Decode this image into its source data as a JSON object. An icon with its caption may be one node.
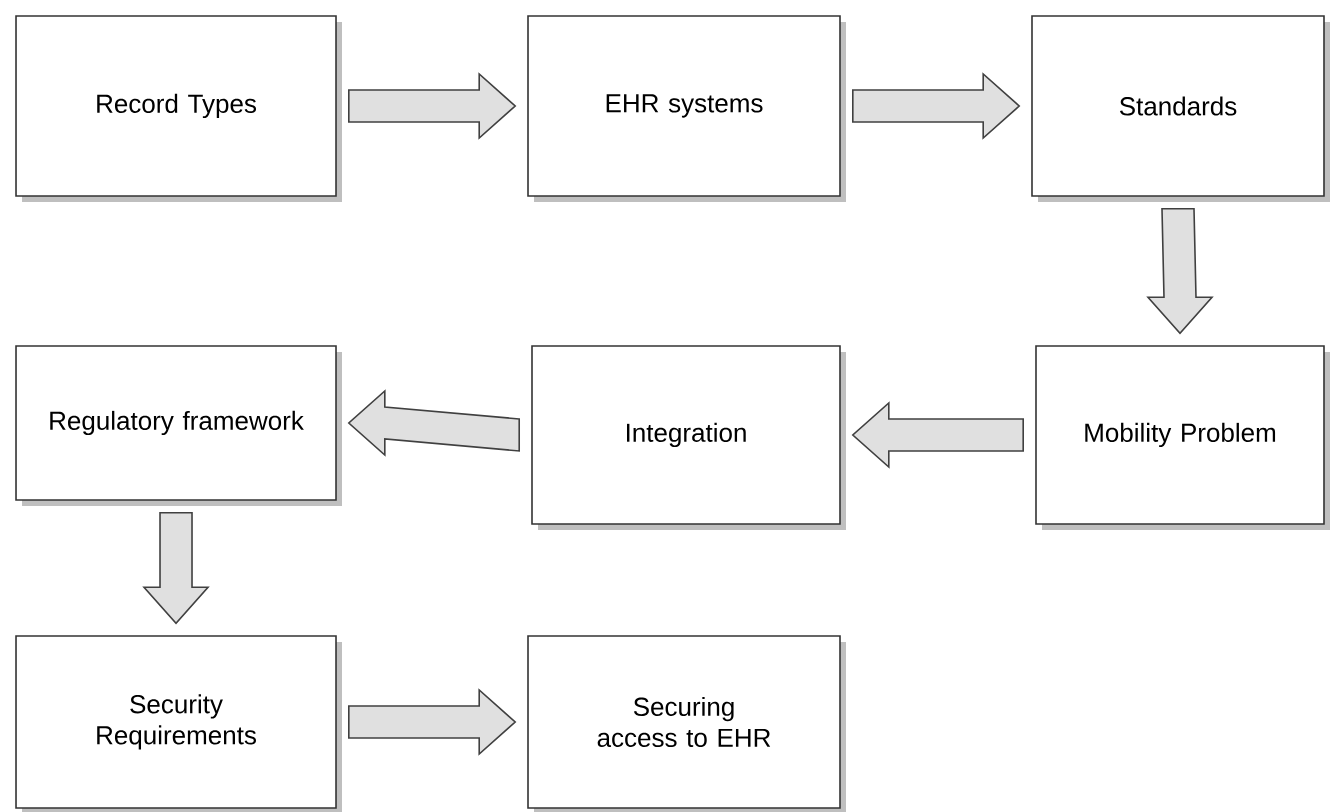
{
  "diagram": {
    "nodes": [
      {
        "text": [
          "Record Types"
        ]
      },
      {
        "text": [
          "EHR systems"
        ]
      },
      {
        "text": [
          "Standards"
        ]
      },
      {
        "text": [
          "Mobility Problem"
        ]
      },
      {
        "text": [
          "Integration"
        ]
      },
      {
        "text": [
          "Regulatory framework"
        ]
      },
      {
        "text": [
          "Security Requirements"
        ]
      },
      {
        "text": [
          "Securing access to EHR"
        ]
      }
    ],
    "edges": [
      {
        "from": 0,
        "to": 1,
        "arrow": "to"
      },
      {
        "from": 1,
        "to": 2,
        "arrow": "to"
      },
      {
        "from": 2,
        "to": 3,
        "arrow": "to"
      },
      {
        "from": 3,
        "to": 4,
        "arrow": "to"
      },
      {
        "from": 4,
        "to": 5,
        "arrow": "to"
      },
      {
        "from": 5,
        "to": 6,
        "arrow": "to"
      },
      {
        "from": 6,
        "to": 7,
        "arrow": "to"
      }
    ]
  }
}
